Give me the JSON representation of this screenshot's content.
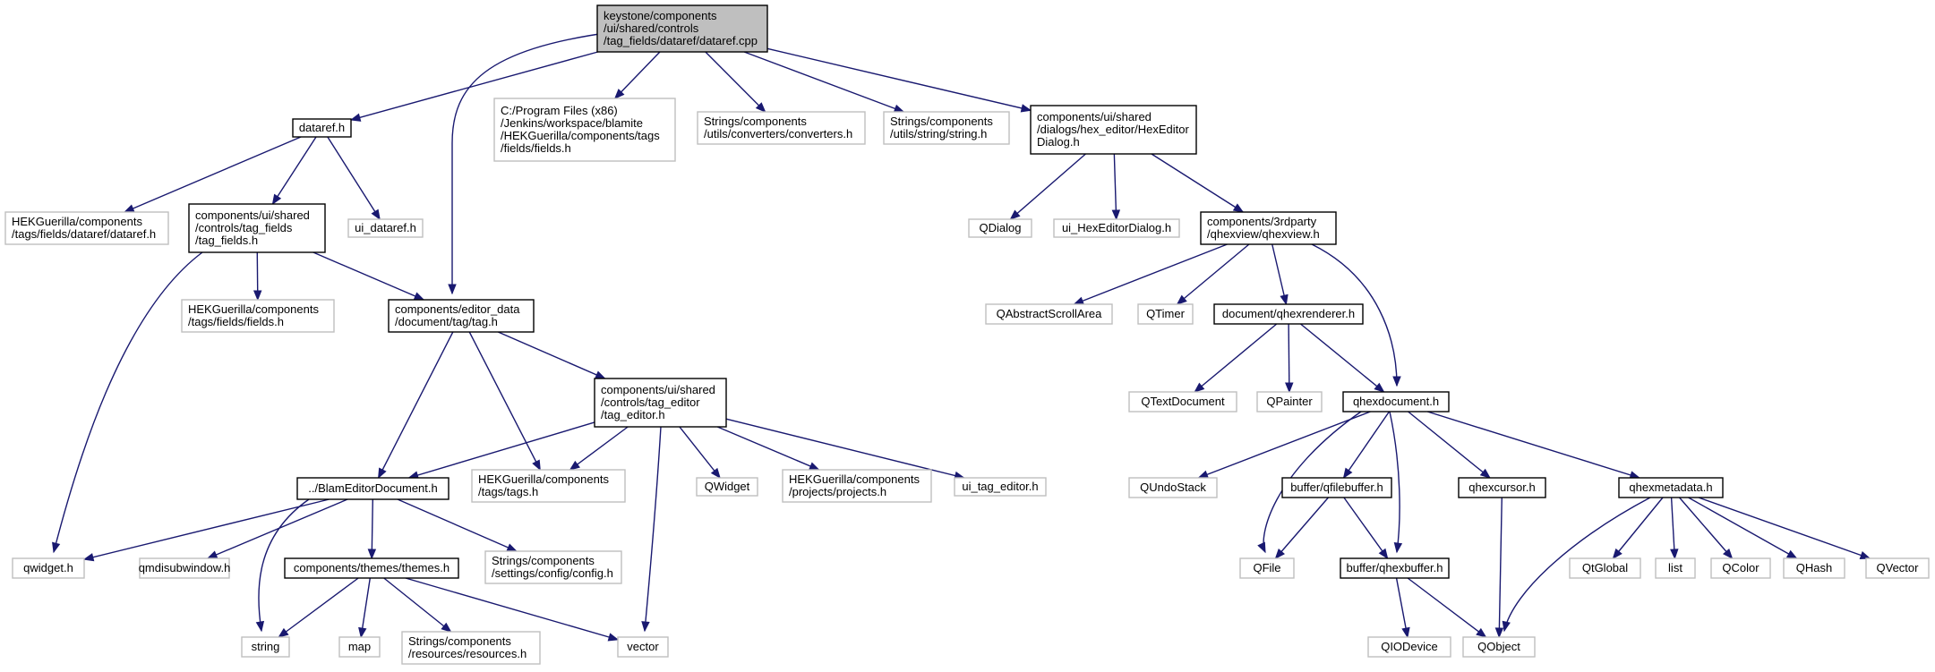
{
  "colors": {
    "edge": "#191970",
    "root_fill": "#bfbfbf",
    "documented_border": "#000000",
    "external_border": "#bfbfbf",
    "text": "#000000"
  },
  "nodes": {
    "root": {
      "lines": [
        "keystone/components",
        "/ui/shared/controls",
        "/tag_fields/dataref/dataref.cpp"
      ],
      "kind": "root"
    },
    "dataref_h": {
      "lines": [
        "dataref.h"
      ],
      "kind": "doc"
    },
    "fields_h_jenkins": {
      "lines": [
        "C:/Program Files (x86)",
        "/Jenkins/workspace/blamite",
        "/HEKGuerilla/components/tags",
        "/fields/fields.h"
      ],
      "kind": "ext"
    },
    "converters_h": {
      "lines": [
        "Strings/components",
        "/utils/converters/converters.h"
      ],
      "kind": "ext"
    },
    "string_h": {
      "lines": [
        "Strings/components",
        "/utils/string/string.h"
      ],
      "kind": "ext"
    },
    "hexeditordialog_h": {
      "lines": [
        "components/ui/shared",
        "/dialogs/hex_editor/HexEditor",
        "Dialog.h"
      ],
      "kind": "doc"
    },
    "hek_dataref_h": {
      "lines": [
        "HEKGuerilla/components",
        "/tags/fields/dataref/dataref.h"
      ],
      "kind": "ext"
    },
    "tag_fields_h": {
      "lines": [
        "components/ui/shared",
        "/controls/tag_fields",
        "/tag_fields.h"
      ],
      "kind": "doc"
    },
    "ui_dataref_h": {
      "lines": [
        "ui_dataref.h"
      ],
      "kind": "ext"
    },
    "hek_fields_h": {
      "lines": [
        "HEKGuerilla/components",
        "/tags/fields/fields.h"
      ],
      "kind": "ext"
    },
    "tag_h": {
      "lines": [
        "components/editor_data",
        "/document/tag/tag.h"
      ],
      "kind": "doc"
    },
    "tag_editor_h": {
      "lines": [
        "components/ui/shared",
        "/controls/tag_editor",
        "/tag_editor.h"
      ],
      "kind": "doc"
    },
    "blameditordocument_h": {
      "lines": [
        "../BlamEditorDocument.h"
      ],
      "kind": "doc"
    },
    "hek_tags_h": {
      "lines": [
        "HEKGuerilla/components",
        "/tags/tags.h"
      ],
      "kind": "ext"
    },
    "qwidget_cls": {
      "lines": [
        "QWidget"
      ],
      "kind": "ext"
    },
    "hek_projects_h": {
      "lines": [
        "HEKGuerilla/components",
        "/projects/projects.h"
      ],
      "kind": "ext"
    },
    "ui_tag_editor_h": {
      "lines": [
        "ui_tag_editor.h"
      ],
      "kind": "ext"
    },
    "qwidget_h": {
      "lines": [
        "qwidget.h"
      ],
      "kind": "ext"
    },
    "qmdisubwindow_h": {
      "lines": [
        "qmdisubwindow.h"
      ],
      "kind": "ext"
    },
    "themes_h": {
      "lines": [
        "components/themes/themes.h"
      ],
      "kind": "doc"
    },
    "config_h": {
      "lines": [
        "Strings/components",
        "/settings/config/config.h"
      ],
      "kind": "ext"
    },
    "string_std": {
      "lines": [
        "string"
      ],
      "kind": "ext"
    },
    "map_std": {
      "lines": [
        "map"
      ],
      "kind": "ext"
    },
    "resources_h": {
      "lines": [
        "Strings/components",
        "/resources/resources.h"
      ],
      "kind": "ext"
    },
    "vector_std": {
      "lines": [
        "vector"
      ],
      "kind": "ext"
    },
    "qdialog": {
      "lines": [
        "QDialog"
      ],
      "kind": "ext"
    },
    "ui_hexeditordialog_h": {
      "lines": [
        "ui_HexEditorDialog.h"
      ],
      "kind": "ext"
    },
    "qhexview_h": {
      "lines": [
        "components/3rdparty",
        "/qhexview/qhexview.h"
      ],
      "kind": "doc"
    },
    "qabstractscrollarea": {
      "lines": [
        "QAbstractScrollArea"
      ],
      "kind": "ext"
    },
    "qtimer": {
      "lines": [
        "QTimer"
      ],
      "kind": "ext"
    },
    "qhexrenderer_h": {
      "lines": [
        "document/qhexrenderer.h"
      ],
      "kind": "doc"
    },
    "qtextdocument": {
      "lines": [
        "QTextDocument"
      ],
      "kind": "ext"
    },
    "qpainter": {
      "lines": [
        "QPainter"
      ],
      "kind": "ext"
    },
    "qhexdocument_h": {
      "lines": [
        "qhexdocument.h"
      ],
      "kind": "doc"
    },
    "qundostack": {
      "lines": [
        "QUndoStack"
      ],
      "kind": "ext"
    },
    "qfilebuffer_h": {
      "lines": [
        "buffer/qfilebuffer.h"
      ],
      "kind": "doc"
    },
    "qhexcursor_h": {
      "lines": [
        "qhexcursor.h"
      ],
      "kind": "doc"
    },
    "qhexmetadata_h": {
      "lines": [
        "qhexmetadata.h"
      ],
      "kind": "doc"
    },
    "qfile": {
      "lines": [
        "QFile"
      ],
      "kind": "ext"
    },
    "qhexbuffer_h": {
      "lines": [
        "buffer/qhexbuffer.h"
      ],
      "kind": "doc"
    },
    "qtglobal": {
      "lines": [
        "QtGlobal"
      ],
      "kind": "ext"
    },
    "list_std": {
      "lines": [
        "list"
      ],
      "kind": "ext"
    },
    "qcolor": {
      "lines": [
        "QColor"
      ],
      "kind": "ext"
    },
    "qhash": {
      "lines": [
        "QHash"
      ],
      "kind": "ext"
    },
    "qvector": {
      "lines": [
        "QVector"
      ],
      "kind": "ext"
    },
    "qiodevice": {
      "lines": [
        "QIODevice"
      ],
      "kind": "ext"
    },
    "qobject": {
      "lines": [
        "QObject"
      ],
      "kind": "ext"
    }
  },
  "edges": [
    [
      "root",
      "dataref_h"
    ],
    [
      "root",
      "tag_h"
    ],
    [
      "root",
      "fields_h_jenkins"
    ],
    [
      "root",
      "converters_h"
    ],
    [
      "root",
      "string_h"
    ],
    [
      "root",
      "hexeditordialog_h"
    ],
    [
      "dataref_h",
      "hek_dataref_h"
    ],
    [
      "dataref_h",
      "tag_fields_h"
    ],
    [
      "dataref_h",
      "ui_dataref_h"
    ],
    [
      "tag_fields_h",
      "hek_fields_h"
    ],
    [
      "tag_fields_h",
      "tag_h"
    ],
    [
      "tag_fields_h",
      "qwidget_h"
    ],
    [
      "tag_h",
      "blameditordocument_h"
    ],
    [
      "tag_h",
      "hek_tags_h"
    ],
    [
      "tag_h",
      "tag_editor_h"
    ],
    [
      "tag_editor_h",
      "blameditordocument_h"
    ],
    [
      "tag_editor_h",
      "hek_tags_h"
    ],
    [
      "tag_editor_h",
      "vector_std"
    ],
    [
      "tag_editor_h",
      "qwidget_cls"
    ],
    [
      "tag_editor_h",
      "hek_projects_h"
    ],
    [
      "tag_editor_h",
      "ui_tag_editor_h"
    ],
    [
      "blameditordocument_h",
      "qwidget_h"
    ],
    [
      "blameditordocument_h",
      "qmdisubwindow_h"
    ],
    [
      "blameditordocument_h",
      "string_std"
    ],
    [
      "blameditordocument_h",
      "themes_h"
    ],
    [
      "blameditordocument_h",
      "config_h"
    ],
    [
      "themes_h",
      "string_std"
    ],
    [
      "themes_h",
      "map_std"
    ],
    [
      "themes_h",
      "resources_h"
    ],
    [
      "themes_h",
      "vector_std"
    ],
    [
      "hexeditordialog_h",
      "qdialog"
    ],
    [
      "hexeditordialog_h",
      "ui_hexeditordialog_h"
    ],
    [
      "hexeditordialog_h",
      "qhexview_h"
    ],
    [
      "qhexview_h",
      "qabstractscrollarea"
    ],
    [
      "qhexview_h",
      "qtimer"
    ],
    [
      "qhexview_h",
      "qhexrenderer_h"
    ],
    [
      "qhexview_h",
      "qhexdocument_h"
    ],
    [
      "qhexrenderer_h",
      "qtextdocument"
    ],
    [
      "qhexrenderer_h",
      "qpainter"
    ],
    [
      "qhexrenderer_h",
      "qhexdocument_h"
    ],
    [
      "qhexdocument_h",
      "qundostack"
    ],
    [
      "qhexdocument_h",
      "qfile"
    ],
    [
      "qhexdocument_h",
      "qfilebuffer_h"
    ],
    [
      "qhexdocument_h",
      "qhexbuffer_h"
    ],
    [
      "qhexdocument_h",
      "qhexcursor_h"
    ],
    [
      "qhexdocument_h",
      "qhexmetadata_h"
    ],
    [
      "qfilebuffer_h",
      "qfile"
    ],
    [
      "qfilebuffer_h",
      "qhexbuffer_h"
    ],
    [
      "qhexbuffer_h",
      "qiodevice"
    ],
    [
      "qhexbuffer_h",
      "qobject"
    ],
    [
      "qhexcursor_h",
      "qobject"
    ],
    [
      "qhexmetadata_h",
      "qobject"
    ],
    [
      "qhexmetadata_h",
      "qtglobal"
    ],
    [
      "qhexmetadata_h",
      "list_std"
    ],
    [
      "qhexmetadata_h",
      "qcolor"
    ],
    [
      "qhexmetadata_h",
      "qhash"
    ],
    [
      "qhexmetadata_h",
      "qvector"
    ]
  ]
}
